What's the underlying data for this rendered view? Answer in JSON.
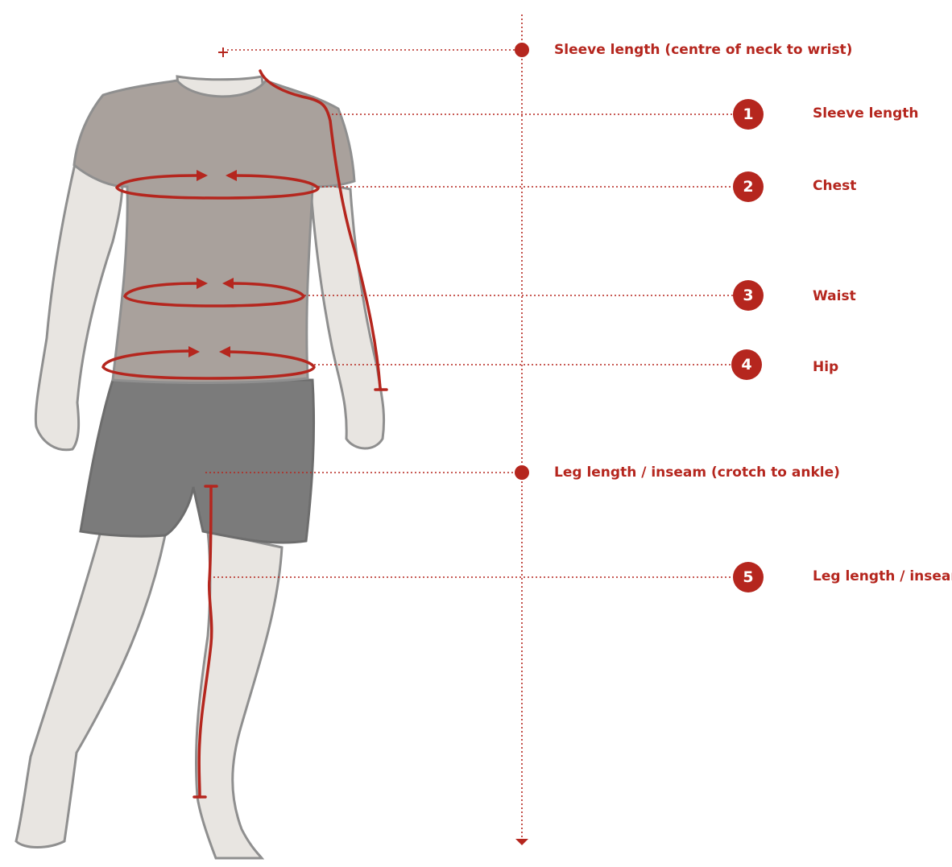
{
  "colors": {
    "accent": "#b5261e",
    "skin": "#e8e5e1",
    "outline": "#8f8f8f",
    "shirt": "#a9a19c",
    "shorts": "#7b7b7b"
  },
  "annotations": {
    "neck_sleeve": {
      "label": "Sleeve length (centre of neck to wrist)"
    },
    "leg_inseam": {
      "label": "Leg length / inseam (crotch to ankle)"
    }
  },
  "measurements": [
    {
      "number": "1",
      "label": "Sleeve length"
    },
    {
      "number": "2",
      "label": "Chest"
    },
    {
      "number": "3",
      "label": "Waist"
    },
    {
      "number": "4",
      "label": "Hip"
    },
    {
      "number": "5",
      "label": "Leg length / inseam"
    }
  ]
}
